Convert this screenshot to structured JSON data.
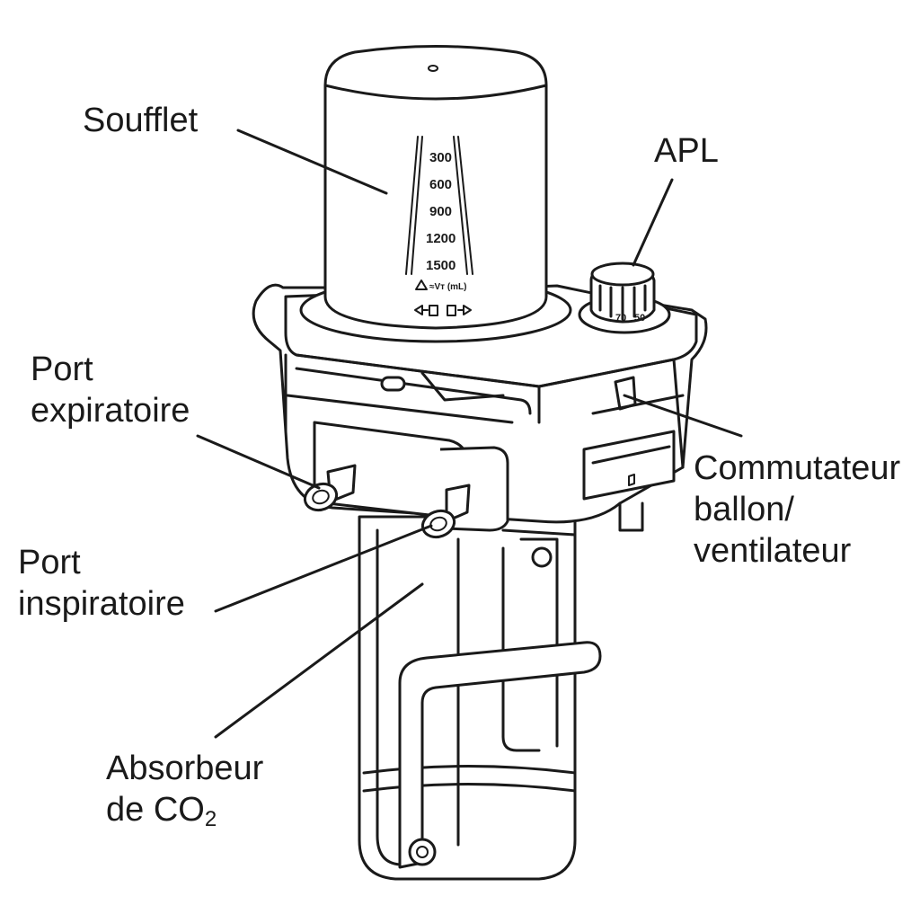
{
  "labels": {
    "soufflet": "Soufflet",
    "apl": "APL",
    "port_expiratoire": [
      "Port",
      "expiratoire"
    ],
    "port_inspiratoire": [
      "Port",
      "inspiratoire"
    ],
    "commutateur": [
      "Commutateur",
      "ballon/",
      "ventilateur"
    ],
    "absorbeur": [
      "Absorbeur",
      "de CO",
      "2"
    ]
  },
  "bellows_scale": {
    "marks": [
      "300",
      "600",
      "900",
      "1200",
      "1500"
    ],
    "legend": "≈Vт (mL)"
  },
  "apl_knob_text": [
    "70",
    "50"
  ]
}
